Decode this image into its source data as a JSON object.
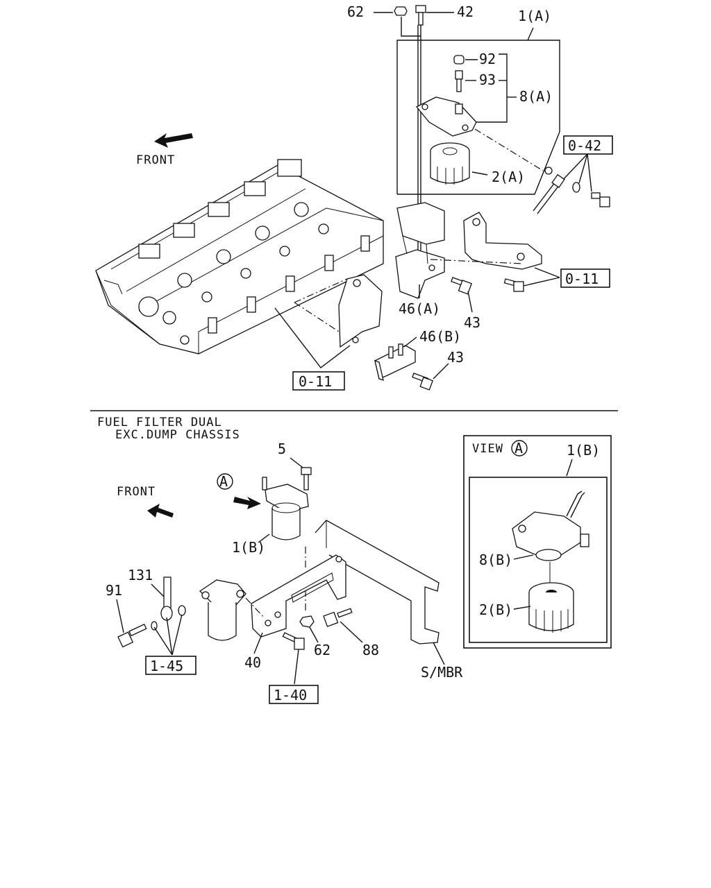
{
  "upper": {
    "front_label": "FRONT",
    "callouts": {
      "c62": "62",
      "c42": "42",
      "c1a": "1(A)",
      "c92": "92",
      "c93": "93",
      "c8a": "8(A)",
      "c2a": "2(A)",
      "c46a": "46(A)",
      "c43a": "43",
      "c46b": "46(B)",
      "c43b": "43"
    },
    "ref_boxes": {
      "r042": "0-42",
      "r011_right": "0-11",
      "r011_left": "0-11"
    }
  },
  "lower": {
    "title_line1": "FUEL FILTER DUAL",
    "title_line2": "EXC.DUMP CHASSIS",
    "front_label": "FRONT",
    "view_marker": "A",
    "callouts": {
      "c5": "5",
      "c1b": "1(B)",
      "c131": "131",
      "c91": "91",
      "c40": "40",
      "c62": "62",
      "c88": "88",
      "smbr": "S/MBR"
    },
    "ref_boxes": {
      "r145": "1-45",
      "r140": "1-40"
    },
    "view_panel": {
      "title": "VIEW",
      "marker": "A",
      "c1b": "1(B)",
      "c8b": "8(B)",
      "c2b": "2(B)"
    }
  },
  "icons": [
    "front-arrow-icon",
    "view-marker-circle"
  ]
}
